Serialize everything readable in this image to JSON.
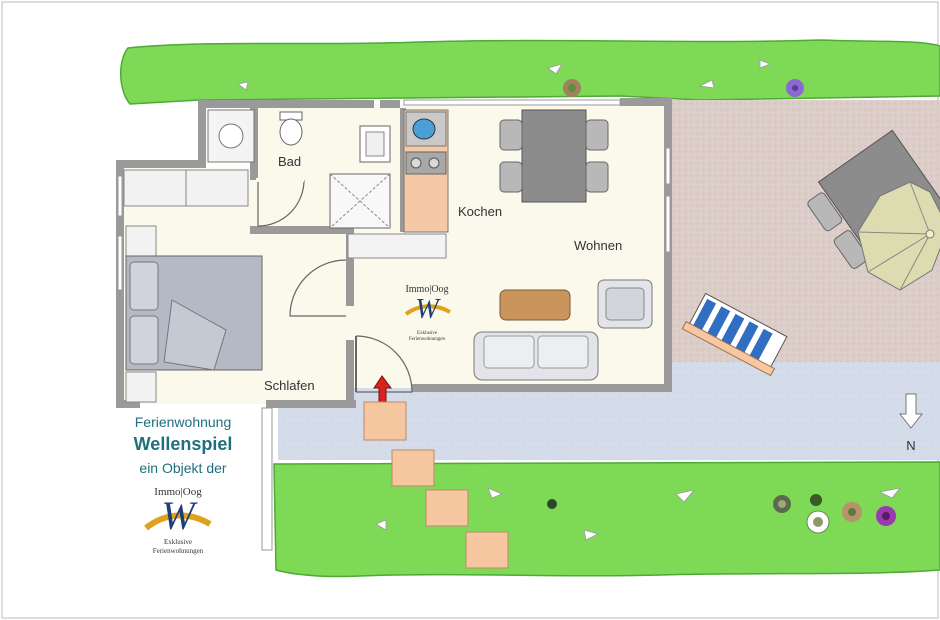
{
  "rooms": {
    "bad": "Bad",
    "kochen": "Kochen",
    "wohnen": "Wohnen",
    "schlafen": "Schlafen"
  },
  "compass": {
    "label": "N"
  },
  "info": {
    "line1": "Ferienwohnung",
    "line2": "Wellenspiel",
    "line3": "ein Objekt der"
  },
  "logo": {
    "brand": "Immo|Oog",
    "letter": "W",
    "tagline1": "Exklusive",
    "tagline2": "Ferienwohnungen"
  },
  "colors": {
    "wall": "#9a9a9a",
    "lawn": "#7ed957",
    "terrace": "#dccdc8",
    "path": "#d4dcea",
    "step_tiles": "#f6c7a1",
    "entry_arrow": "#d9231f",
    "title_teal": "#1f6f7e",
    "logo_gold": "#e0a21a",
    "logo_navy": "#1e3f7a"
  }
}
